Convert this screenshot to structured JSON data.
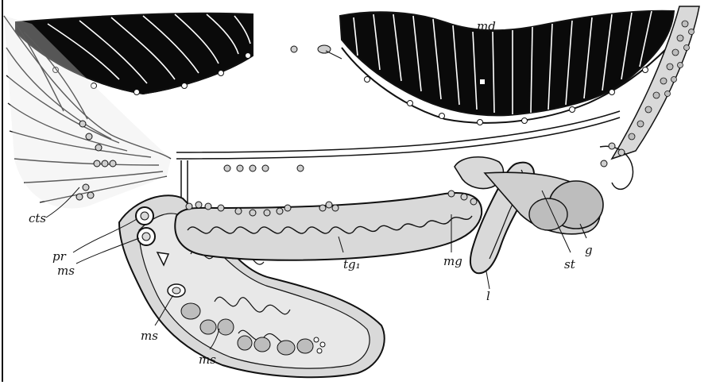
{
  "labels": {
    "md": "md",
    "cts": "cts",
    "pr": "pr",
    "ms_1": "ms",
    "ms_2": "ms",
    "ms_3": "ms",
    "tg1": "tg₁",
    "mg": "mg",
    "st": "st",
    "g": "g",
    "l": "l"
  },
  "colors": {
    "ink": "#111111",
    "muscle": "#0a0a0a",
    "tissue": "#d9d9d9",
    "tissue_dark": "#bdbdbd",
    "paper": "#ffffff"
  }
}
